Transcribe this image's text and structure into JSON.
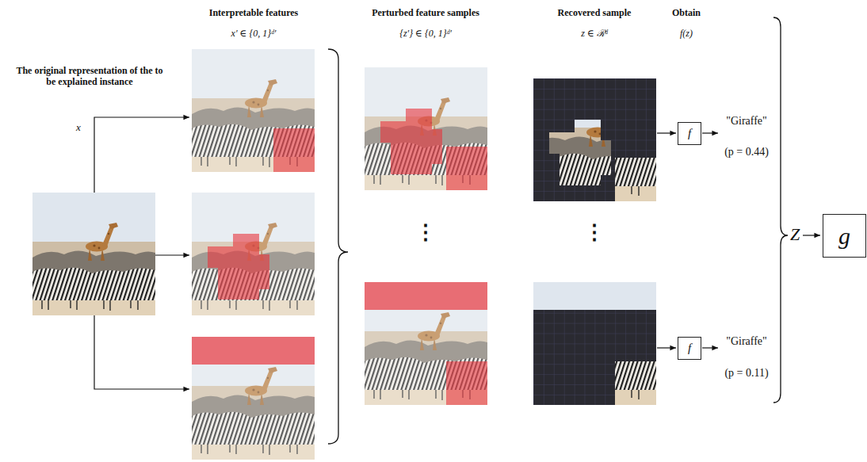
{
  "diagram": {
    "nodes": [
      {
        "text": [
          "f"
        ]
      },
      {
        "text": [
          "f"
        ]
      },
      {
        "text": [
          "g"
        ]
      }
    ],
    "labels": [
      "Interpretable features",
      "x′ ∈ {0, 1}ᵈ′",
      "Perturbed feature samples",
      "{z′} ∈ {0, 1}ᵈ′",
      "Recovered sample",
      "z ∈ ℛᵈ",
      "Obtain",
      "f(z)",
      "The original representation of the to be explained instance",
      "x",
      "\"Giraffe\"",
      "(p = 0.44)",
      "\"Giraffe\"",
      "(p = 0.11)",
      "Z",
      "⋮",
      "⋮"
    ]
  }
}
